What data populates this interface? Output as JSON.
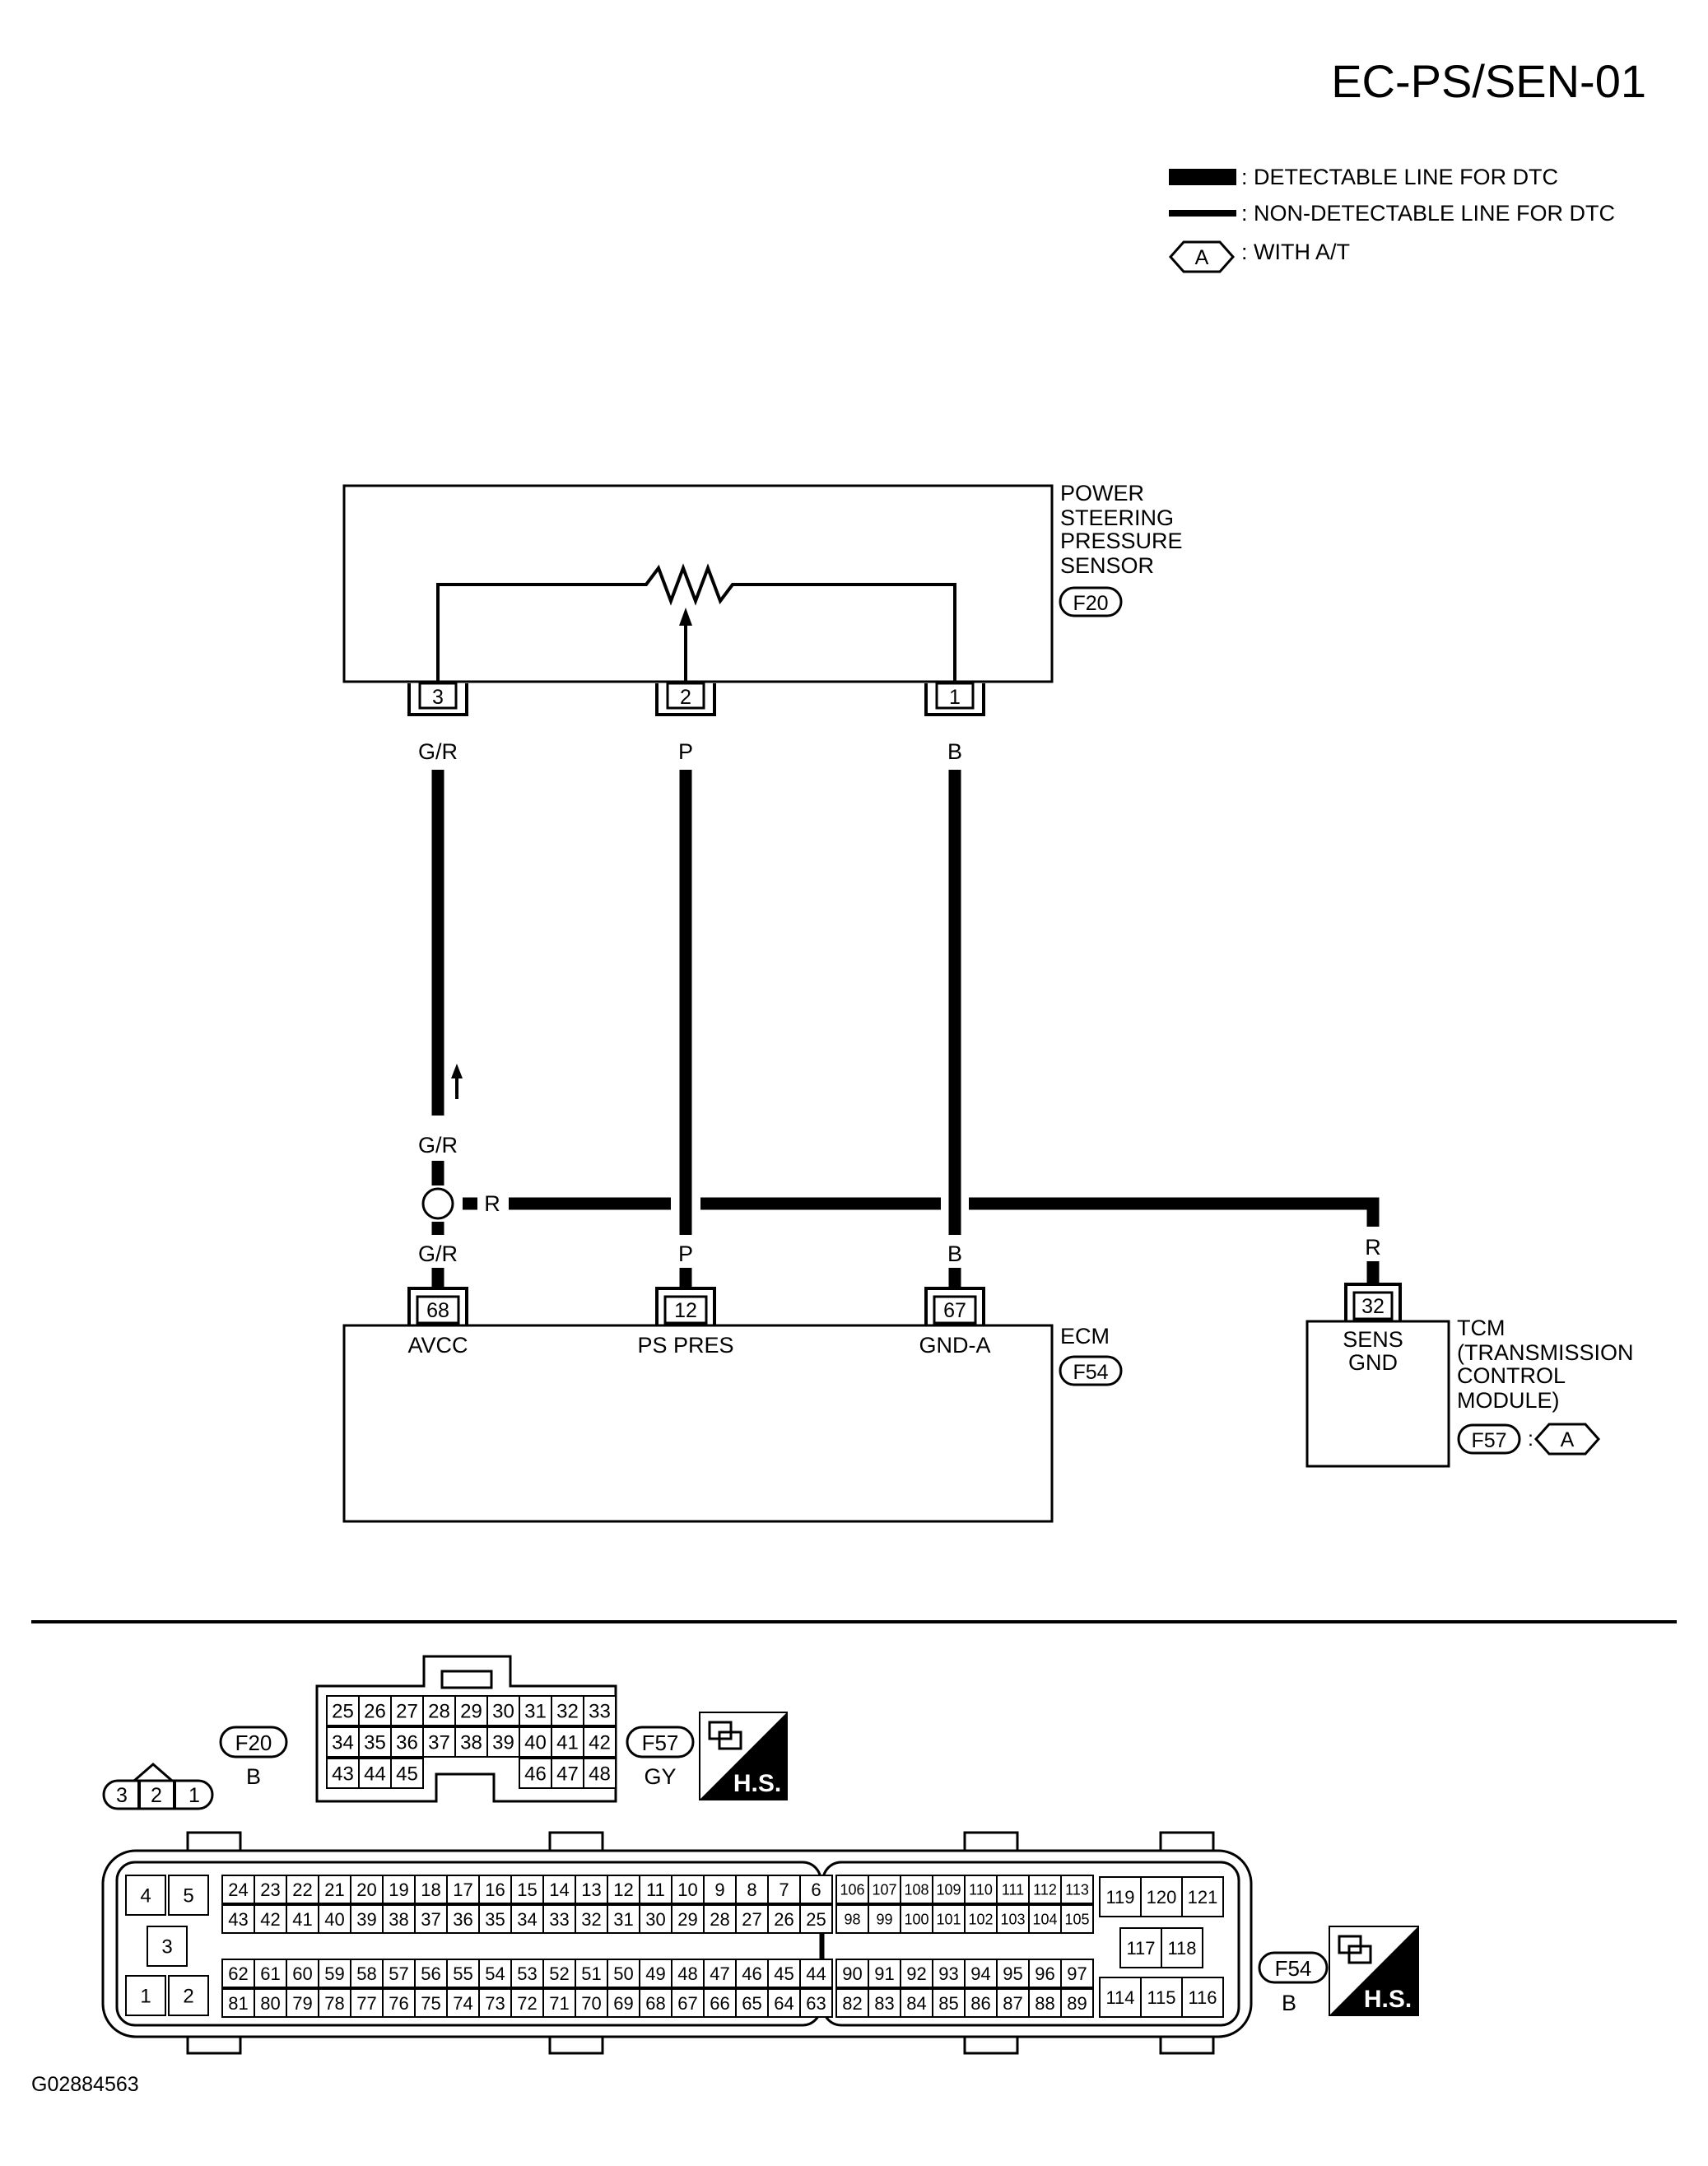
{
  "title": "EC-PS/SEN-01",
  "legend": {
    "detectable": ": DETECTABLE LINE FOR DTC",
    "nondetectable": ": NON-DETECTABLE LINE FOR DTC",
    "badge": "A",
    "with_at": ": WITH A/T"
  },
  "sensor": {
    "name_lines": [
      "POWER",
      "STEERING",
      "PRESSURE",
      "SENSOR"
    ],
    "connector": "F20",
    "pins": [
      "3",
      "2",
      "1"
    ]
  },
  "wires": {
    "avcc_top": "G/R",
    "pres_top": "P",
    "gnd_top": "B",
    "avcc_mid": "G/R",
    "junction_branch": "R",
    "avcc_bottom": "G/R",
    "pres_bottom": "P",
    "gnd_bottom": "B",
    "tcm_wire": "R"
  },
  "ecm": {
    "name": "ECM",
    "connector": "F54",
    "pins": [
      "68",
      "12",
      "67"
    ],
    "terminals": [
      "AVCC",
      "PS PRES",
      "GND-A"
    ]
  },
  "tcm": {
    "pin": "32",
    "terminal_lines": [
      "SENS",
      "GND"
    ],
    "name_lines": [
      "TCM",
      "(TRANSMISSION",
      "CONTROL",
      "MODULE)"
    ],
    "connector": "F57",
    "connector_suffix": ":",
    "badge": "A"
  },
  "connectors": {
    "f20": {
      "id": "F20",
      "color": "B",
      "pins": [
        "3",
        "2",
        "1"
      ]
    },
    "f57": {
      "id": "F57",
      "color": "GY",
      "row1": [
        "25",
        "26",
        "27",
        "28",
        "29",
        "30",
        "31",
        "32",
        "33"
      ],
      "row2": [
        "34",
        "35",
        "36",
        "37",
        "38",
        "39",
        "40",
        "41",
        "42"
      ],
      "row3_left": [
        "43",
        "44",
        "45"
      ],
      "row3_right": [
        "46",
        "47",
        "48"
      ]
    },
    "f54": {
      "id": "F54",
      "color": "B",
      "left_block": [
        "4",
        "5",
        "3",
        "1",
        "2"
      ],
      "a_row1": [
        "24",
        "23",
        "22",
        "21",
        "20",
        "19",
        "18",
        "17",
        "16",
        "15",
        "14",
        "13",
        "12",
        "11",
        "10",
        "9",
        "8",
        "7",
        "6"
      ],
      "a_row2": [
        "43",
        "42",
        "41",
        "40",
        "39",
        "38",
        "37",
        "36",
        "35",
        "34",
        "33",
        "32",
        "31",
        "30",
        "29",
        "28",
        "27",
        "26",
        "25"
      ],
      "a_row3": [
        "62",
        "61",
        "60",
        "59",
        "58",
        "57",
        "56",
        "55",
        "54",
        "53",
        "52",
        "51",
        "50",
        "49",
        "48",
        "47",
        "46",
        "45",
        "44"
      ],
      "a_row4": [
        "81",
        "80",
        "79",
        "78",
        "77",
        "76",
        "75",
        "74",
        "73",
        "72",
        "71",
        "70",
        "69",
        "68",
        "67",
        "66",
        "65",
        "64",
        "63"
      ],
      "b_row1": [
        "106",
        "107",
        "108",
        "109",
        "110",
        "111",
        "112",
        "113"
      ],
      "b_row2": [
        "98",
        "99",
        "100",
        "101",
        "102",
        "103",
        "104",
        "105"
      ],
      "b_row3": [
        "90",
        "91",
        "92",
        "93",
        "94",
        "95",
        "96",
        "97"
      ],
      "b_row4": [
        "82",
        "83",
        "84",
        "85",
        "86",
        "87",
        "88",
        "89"
      ],
      "c_block": [
        "119",
        "120",
        "121",
        "117",
        "118",
        "114",
        "115",
        "116"
      ]
    },
    "hs_label": "H.S."
  },
  "footer_code": "G02884563"
}
